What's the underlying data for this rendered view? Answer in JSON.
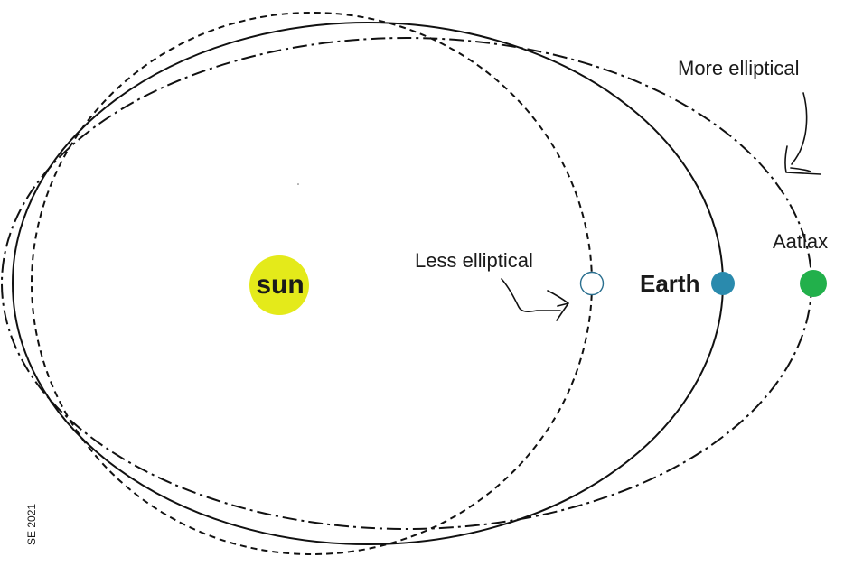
{
  "labels": {
    "sun": "sun",
    "earth": "Earth",
    "aatlax": "Aatlax",
    "less_elliptical": "Less elliptical",
    "more_elliptical": "More elliptical",
    "credit": "SE 2021"
  },
  "colors": {
    "sun": "#e4ea1a",
    "earth": "#2a8aad",
    "aatlax": "#22b04b",
    "outline_marker": "#2a6f8f",
    "line": "#111111"
  },
  "orbits": [
    {
      "name": "less-elliptical-orbit",
      "style": "dashed"
    },
    {
      "name": "earth-orbit",
      "style": "solid"
    },
    {
      "name": "more-elliptical-orbit",
      "style": "dash-dot"
    }
  ]
}
